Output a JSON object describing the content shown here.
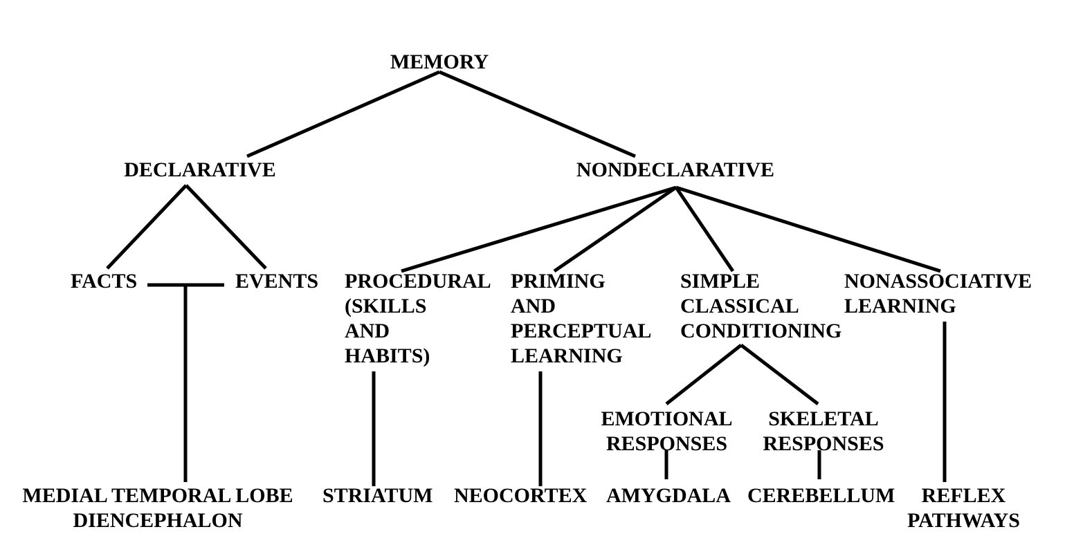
{
  "nodes": {
    "memory": "MEMORY",
    "declarative": "DECLARATIVE",
    "nondeclarative": "NONDECLARATIVE",
    "facts": "FACTS",
    "events": "EVENTS",
    "procedural": [
      "PROCEDURAL",
      "(SKILLS",
      "AND",
      "HABITS)"
    ],
    "priming": [
      "PRIMING",
      "AND",
      "PERCEPTUAL",
      "LEARNING"
    ],
    "simple_classical": [
      "SIMPLE",
      "CLASSICAL",
      "CONDITIONING"
    ],
    "nonassociative": [
      "NONASSOCIATIVE",
      "LEARNING"
    ],
    "emotional": [
      "EMOTIONAL",
      "RESPONSES"
    ],
    "skeletal": [
      "SKELETAL",
      "RESPONSES"
    ],
    "medial_temporal": [
      "MEDIAL TEMPORAL LOBE",
      "DIENCEPHALON"
    ],
    "striatum": "STRIATUM",
    "neocortex": "NEOCORTEX",
    "amygdala": "AMYGDALA",
    "cerebellum": "CEREBELLUM",
    "reflex": [
      "REFLEX",
      "PATHWAYS"
    ]
  }
}
